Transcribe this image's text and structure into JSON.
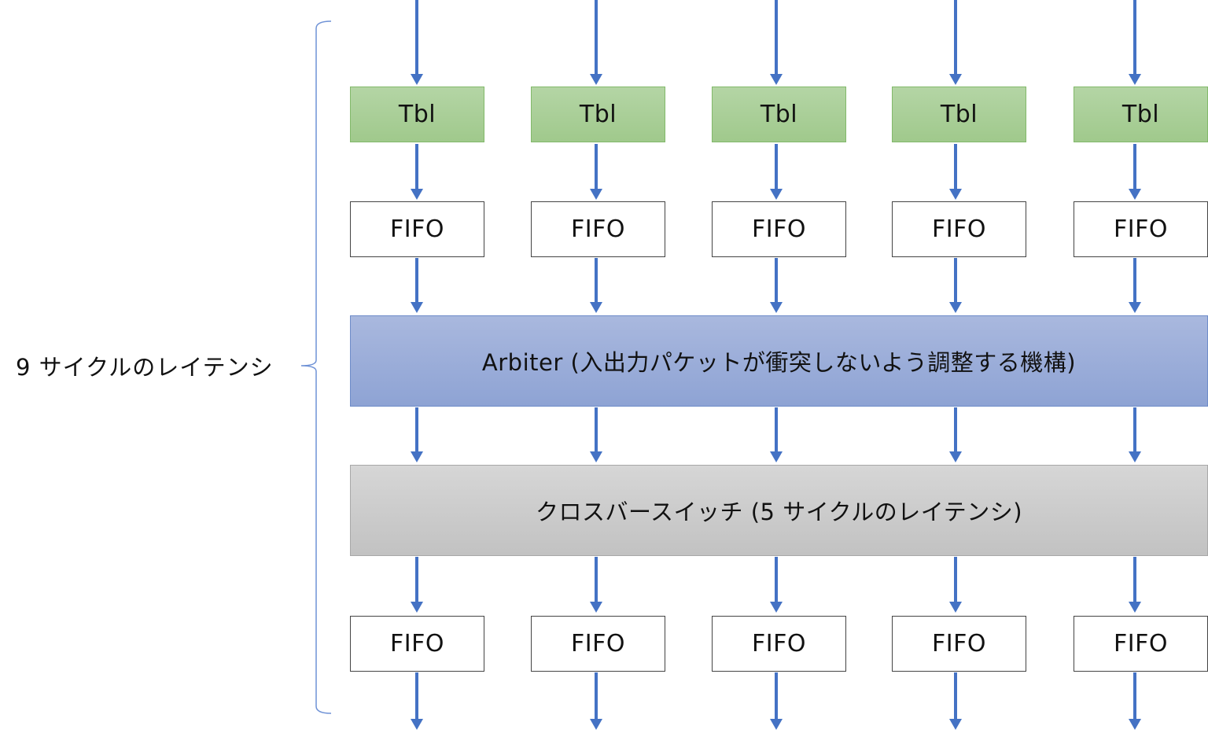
{
  "diagram": {
    "latency_label": "9 サイクルのレイテンシ",
    "columns": 5,
    "accent_colors": {
      "arrow": "#4472c4",
      "tbl_fill": "#a9d08e",
      "arbiter_fill": "#9aaed9",
      "crossbar_fill": "#cccccc",
      "bracket": "#6f92d6"
    },
    "rows": {
      "tbl": [
        "Tbl",
        "Tbl",
        "Tbl",
        "Tbl",
        "Tbl"
      ],
      "fifo_in": [
        "FIFO",
        "FIFO",
        "FIFO",
        "FIFO",
        "FIFO"
      ],
      "arbiter": "Arbiter (入出力パケットが衝突しないよう調整する機構)",
      "crossbar": "クロスバースイッチ (5 サイクルのレイテンシ)",
      "fifo_out": [
        "FIFO",
        "FIFO",
        "FIFO",
        "FIFO",
        "FIFO"
      ]
    }
  }
}
